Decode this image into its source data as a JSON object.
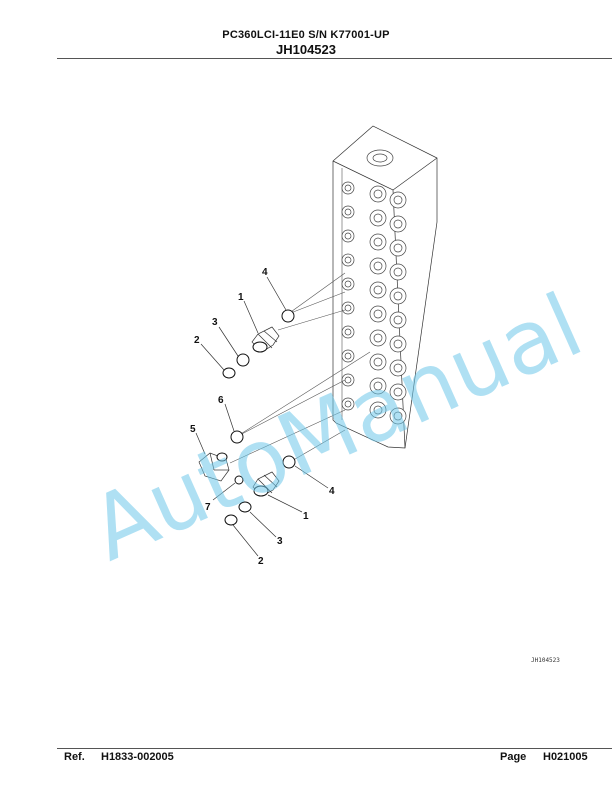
{
  "header": {
    "model": "PC360LCI-11E0 S/N K77001-UP",
    "code": "JH104523"
  },
  "diagram": {
    "drawing_id": "JH104523",
    "watermark": "AutoManual",
    "callouts": {
      "c4a": "4",
      "c1a": "1",
      "c3a": "3",
      "c2a": "2",
      "c6": "6",
      "c5": "5",
      "c7": "7",
      "c4b": "4",
      "c1b": "1",
      "c3b": "3",
      "c2b": "2"
    }
  },
  "footer": {
    "ref_label": "Ref.",
    "ref_value": "H1833-002005",
    "page_label": "Page",
    "page_value": "H021005"
  }
}
